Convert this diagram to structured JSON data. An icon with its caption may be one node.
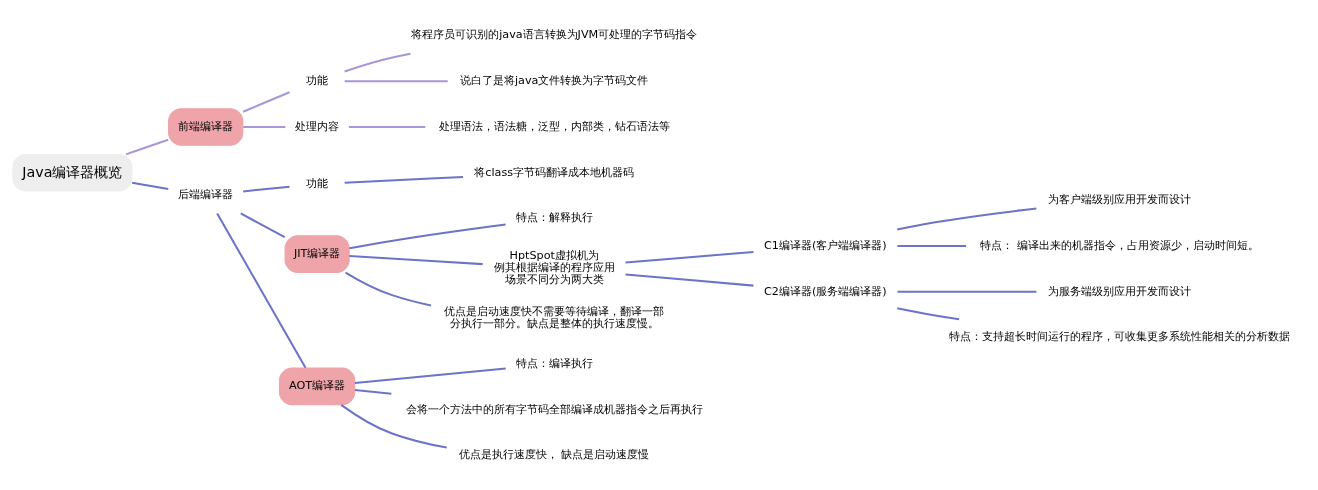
{
  "diagram": {
    "nodes": [
      {
        "text": [
          "Java编译器概览"
        ]
      },
      {
        "text": [
          "前端编译器"
        ]
      },
      {
        "text": [
          "功能"
        ]
      },
      {
        "text": [
          "将程序员可识别的java语言转换为JVM可处理的字节码指令"
        ]
      },
      {
        "text": [
          "说白了是将java文件转换为字节码文件"
        ]
      },
      {
        "text": [
          "处理内容"
        ]
      },
      {
        "text": [
          "处理语法，语法糖，泛型，内部类，钻石语法等"
        ]
      },
      {
        "text": [
          "后端编译器"
        ]
      },
      {
        "text": [
          "功能"
        ]
      },
      {
        "text": [
          "将class字节码翻译成本地机器码"
        ]
      },
      {
        "text": [
          "JIT编译器"
        ]
      },
      {
        "text": [
          "特点：解释执行"
        ]
      },
      {
        "text": [
          "HptSpot虚拟机为例其根据编译的程序应用场景不同分为两大类"
        ]
      },
      {
        "text": [
          "C1编译器(客户端编译器)"
        ]
      },
      {
        "text": [
          "为客户端级别应用开发而设计"
        ]
      },
      {
        "text": [
          "特点： 编译出来的机器指令，占用资源少，启动时间短。"
        ]
      },
      {
        "text": [
          "C2编译器(服务端编译器)"
        ]
      },
      {
        "text": [
          "为服务端级别应用开发而设计"
        ]
      },
      {
        "text": [
          "特点：支持超长时间运行的程序，可收集更多系统性能相关的分析数据"
        ]
      },
      {
        "text": [
          "优点是启动速度快不需要等待编译，翻译一部分执行一部分。缺点是整体的执行速度慢。"
        ]
      },
      {
        "text": [
          "AOT编译器"
        ]
      },
      {
        "text": [
          "特点：编译执行"
        ]
      },
      {
        "text": [
          "会将一个方法中的所有字节码全部编译成机器指令之后再执行"
        ]
      },
      {
        "text": [
          "优点是执行速度快， 缺点是启动速度慢"
        ]
      }
    ],
    "edges": [
      {
        "from": 0,
        "to": 1,
        "arrow": "none",
        "color": "#a896d8"
      },
      {
        "from": 1,
        "to": 2,
        "arrow": "none",
        "color": "#a896d8"
      },
      {
        "from": 2,
        "to": 3,
        "arrow": "none",
        "color": "#a896d8"
      },
      {
        "from": 2,
        "to": 4,
        "arrow": "none",
        "color": "#a896d8"
      },
      {
        "from": 1,
        "to": 5,
        "arrow": "none",
        "color": "#a896d8"
      },
      {
        "from": 5,
        "to": 6,
        "arrow": "none",
        "color": "#a896d8"
      },
      {
        "from": 0,
        "to": 7,
        "arrow": "none"
      },
      {
        "from": 7,
        "to": 8,
        "arrow": "none"
      },
      {
        "from": 8,
        "to": 9,
        "arrow": "none"
      },
      {
        "from": 7,
        "to": 10,
        "arrow": "none"
      },
      {
        "from": 10,
        "to": 11,
        "arrow": "none"
      },
      {
        "from": 10,
        "to": 12,
        "arrow": "none"
      },
      {
        "from": 12,
        "to": 13,
        "arrow": "none"
      },
      {
        "from": 13,
        "to": 14,
        "arrow": "none"
      },
      {
        "from": 13,
        "to": 15,
        "arrow": "none"
      },
      {
        "from": 12,
        "to": 16,
        "arrow": "none"
      },
      {
        "from": 16,
        "to": 17,
        "arrow": "none"
      },
      {
        "from": 16,
        "to": 18,
        "arrow": "none"
      },
      {
        "from": 10,
        "to": 19,
        "arrow": "none"
      },
      {
        "from": 7,
        "to": 20,
        "arrow": "none"
      },
      {
        "from": 20,
        "to": 21,
        "arrow": "none"
      },
      {
        "from": 20,
        "to": 22,
        "arrow": "none"
      },
      {
        "from": 20,
        "to": 23,
        "arrow": "none"
      }
    ]
  }
}
